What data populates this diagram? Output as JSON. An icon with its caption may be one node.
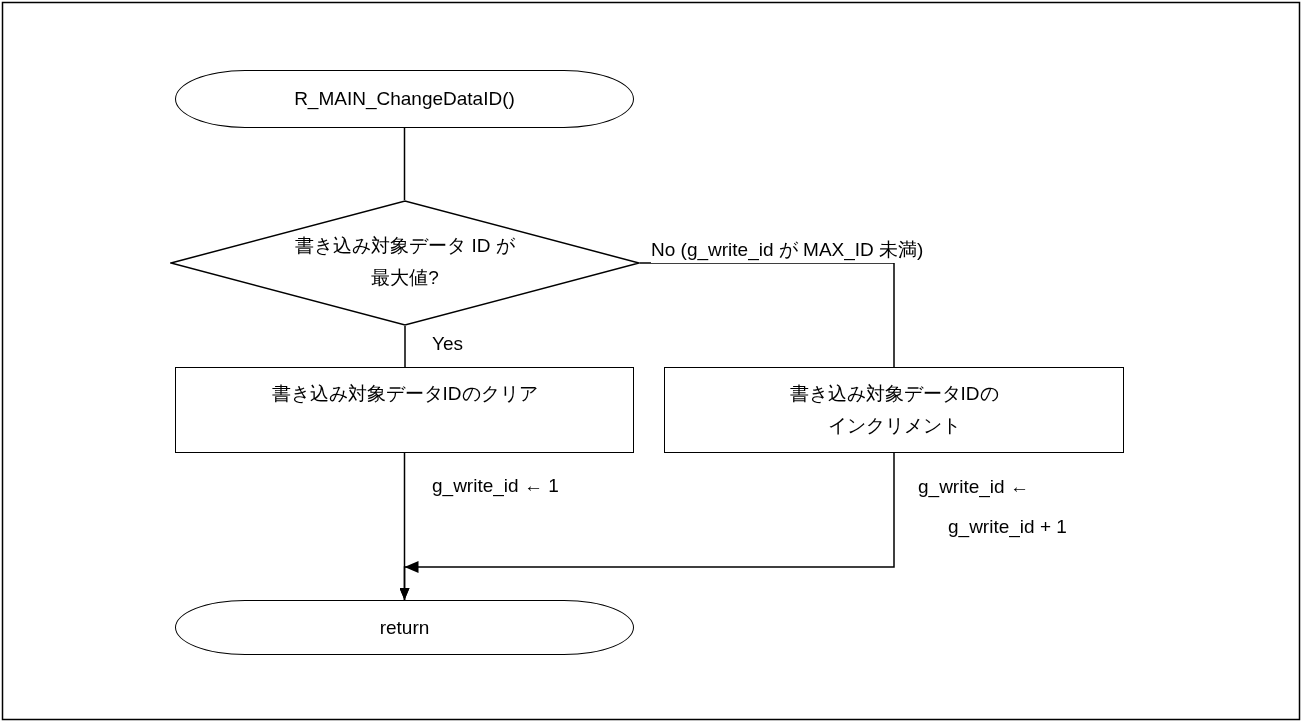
{
  "diagram": {
    "nodes": [
      {
        "text": [
          "R_MAIN_ChangeDataID()"
        ]
      },
      {
        "text": [
          "書き込み対象データ ID が最大値?"
        ]
      },
      {
        "text": [
          "書き込み対象データIDのクリア"
        ],
        "beside": [
          "g_write_id ← 1"
        ]
      },
      {
        "text": [
          "書き込み対象データIDのインクリメント"
        ],
        "beside": [
          "g_write_id ← g_write_id + 1"
        ]
      },
      {
        "text": [
          "return"
        ]
      }
    ],
    "edges": [
      {
        "from": 0,
        "to": 1,
        "arrow": "none"
      },
      {
        "from": 1,
        "to": 2,
        "arrow": "none",
        "label": "Yes"
      },
      {
        "from": 1,
        "to": 3,
        "arrow": "none",
        "label": "No (g_write_id が MAX_ID 未満)"
      },
      {
        "from": 2,
        "to": 4,
        "arrow": "to"
      },
      {
        "from": 3,
        "to": 4,
        "arrow": "to"
      }
    ]
  }
}
